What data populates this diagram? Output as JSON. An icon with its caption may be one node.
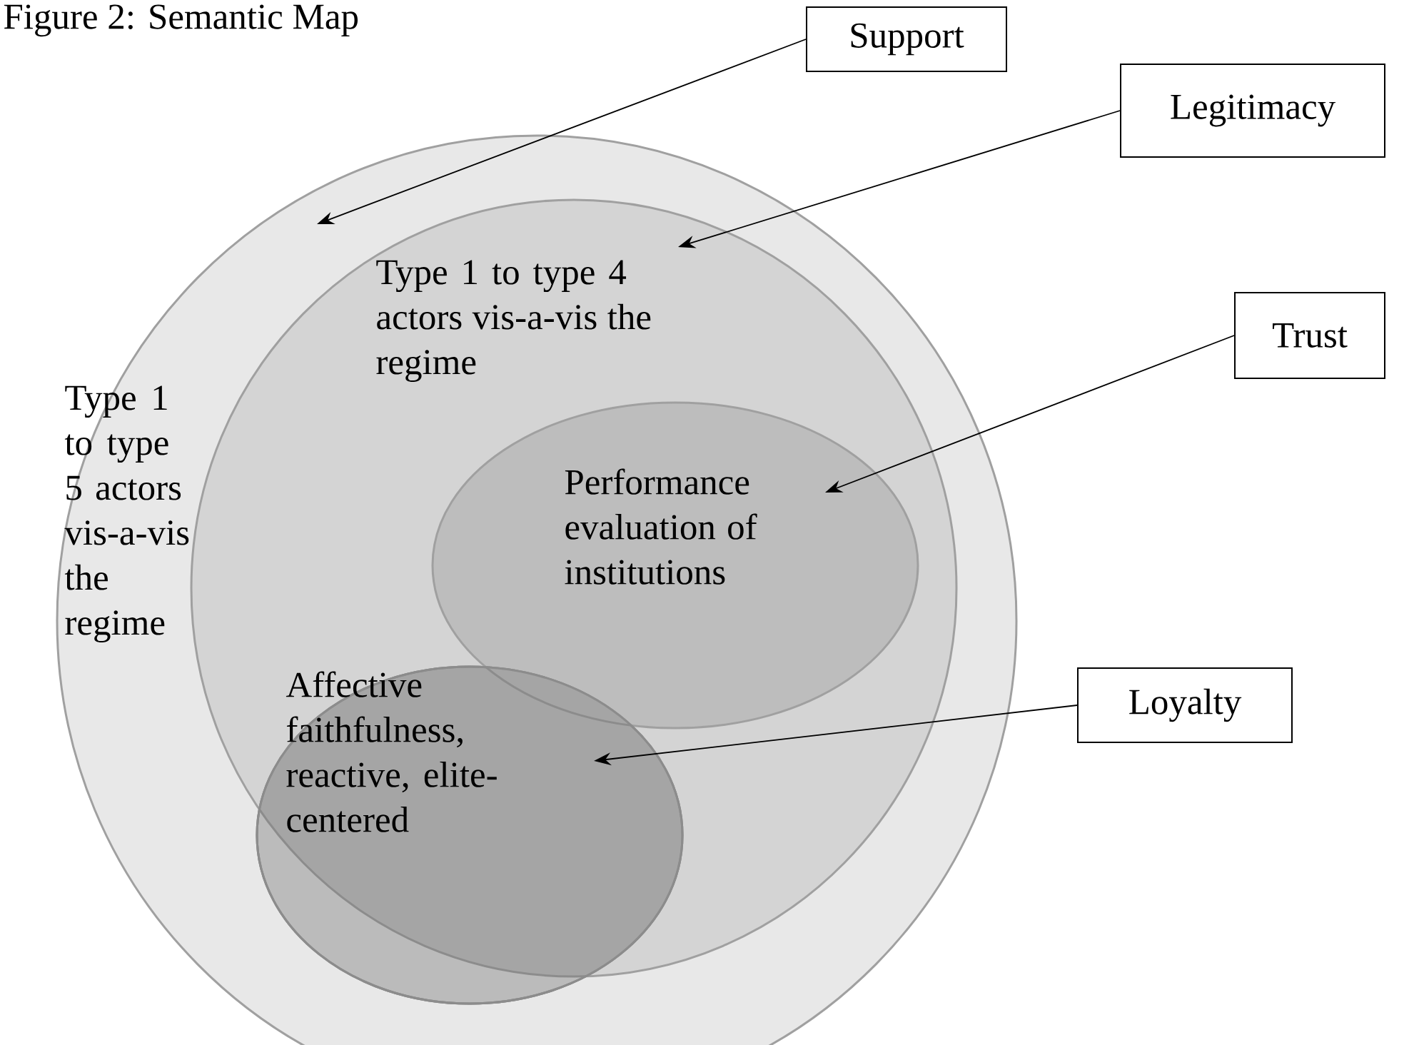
{
  "diagram": {
    "title": "Figure 2: Semantic Map",
    "nodes": [
      {
        "text": [
          "Support"
        ]
      },
      {
        "text": [
          "Legitimacy"
        ]
      },
      {
        "text": [
          "Type 1 to type 5 actors vis-a-vis the regime"
        ]
      },
      {
        "text": [
          "Type 1 to type 4 actors vis-a-vis the regime"
        ],
        "in": 2
      },
      {
        "text": [
          "Trust"
        ]
      },
      {
        "text": [
          "Performance evaluation of institutions"
        ],
        "in": 3
      },
      {
        "text": [
          "Loyalty"
        ]
      },
      {
        "text": [
          "Affective faithfulness, reactive, elite-centered"
        ],
        "in": 2
      }
    ],
    "edges": [
      {
        "from": 0,
        "to": 2,
        "arrow": "to"
      },
      {
        "from": 1,
        "to": 3,
        "arrow": "to"
      },
      {
        "from": 4,
        "to": 5,
        "arrow": "to"
      },
      {
        "from": 6,
        "to": 7,
        "arrow": "to"
      }
    ]
  }
}
